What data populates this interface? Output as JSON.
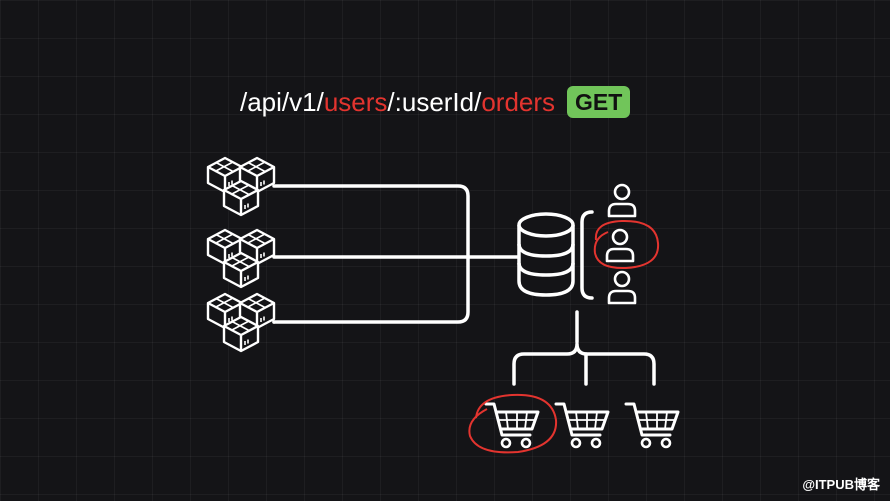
{
  "endpoint": {
    "segments": [
      {
        "text": "/api/v1/",
        "highlight": false
      },
      {
        "text": "users",
        "highlight": true
      },
      {
        "text": "/:userId/",
        "highlight": false
      },
      {
        "text": "orders",
        "highlight": true
      }
    ],
    "method": "GET"
  },
  "colors": {
    "background": "#141417",
    "line": "#ffffff",
    "highlight": "#e3342f",
    "badge": "#71c55a"
  },
  "icons": {
    "services": [
      "boxes-icon",
      "boxes-icon",
      "boxes-icon"
    ],
    "database": "database-icon",
    "users": [
      "user-icon",
      "user-icon",
      "user-icon"
    ],
    "carts": [
      "shopping-cart-icon",
      "shopping-cart-icon",
      "shopping-cart-icon"
    ]
  },
  "watermark": "@ITPUB博客"
}
